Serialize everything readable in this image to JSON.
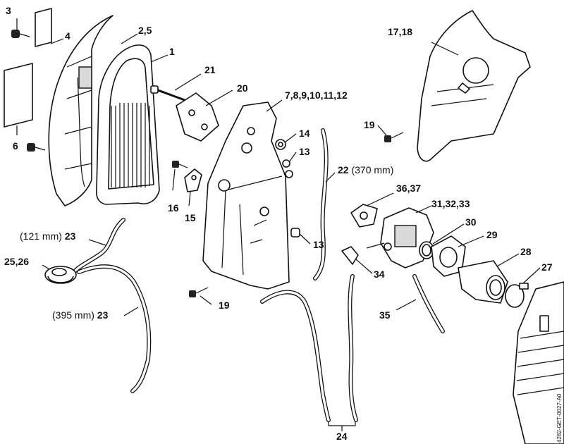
{
  "diagram": {
    "reference_code": "4282-GET-0027-A0",
    "callouts": {
      "c3": "3",
      "c4": "4",
      "c2_5": "2,5",
      "c1": "1",
      "c21": "21",
      "c20": "20",
      "c6": "6",
      "c7_12": "7,8,9,10,11,12",
      "c14": "14",
      "c13a": "13",
      "c16": "16",
      "c15": "15",
      "c22": "22",
      "c22_len": "(370 mm)",
      "c17_18": "17,18",
      "c19a": "19",
      "c36_37": "36,37",
      "c31_33": "31,32,33",
      "c30": "30",
      "c29": "29",
      "c28": "28",
      "c27": "27",
      "c34": "34",
      "c35": "35",
      "c13b": "13",
      "c23a_len": "(121 mm)",
      "c23a": "23",
      "c25_26": "25,26",
      "c23b_len": "(395 mm)",
      "c23b": "23",
      "c19b": "19",
      "c24": "24"
    }
  }
}
